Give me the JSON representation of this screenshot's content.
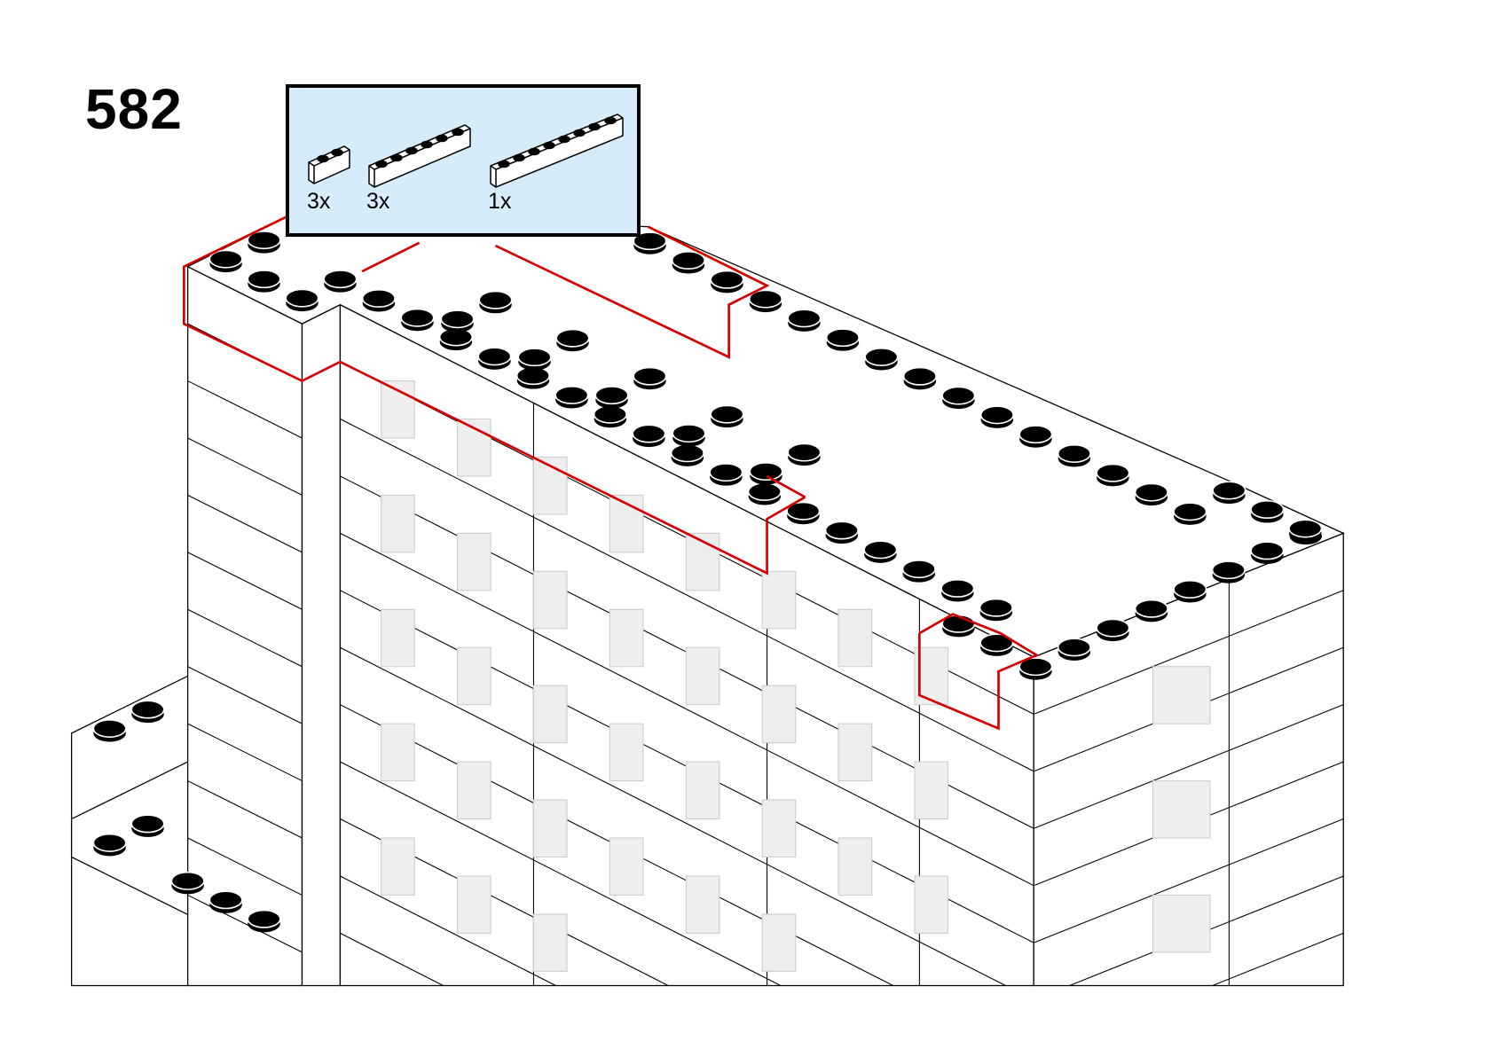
{
  "step": {
    "number": "582"
  },
  "parts_callout": {
    "items": [
      {
        "part": "brick-1x2",
        "quantity": "3x"
      },
      {
        "part": "brick-1x6",
        "quantity": "3x"
      },
      {
        "part": "brick-1x8",
        "quantity": "1x"
      }
    ]
  },
  "colors": {
    "callout_bg": "#d6ecfa",
    "highlight": "#d40000",
    "stud": "#000000"
  }
}
